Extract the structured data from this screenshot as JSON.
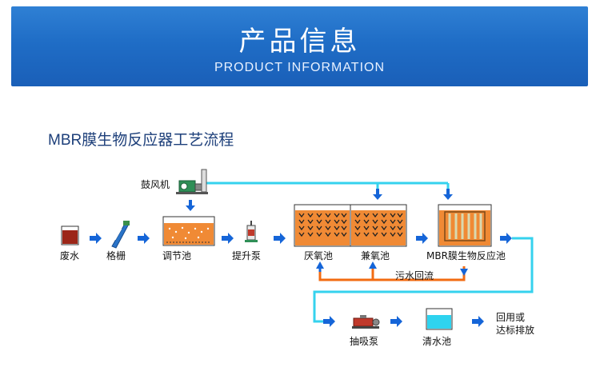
{
  "banner": {
    "title": "产品信息",
    "subtitle": "PRODUCT INFORMATION"
  },
  "section": {
    "title": "MBR膜生物反应器工艺流程"
  },
  "process": {
    "blower": "鼓风机",
    "wastewater": "废水",
    "screen": "格栅",
    "equalization_tank": "调节池",
    "lift_pump": "提升泵",
    "anaerobic_tank": "厌氧池",
    "facultative_tank": "兼氧池",
    "mbr_tank": "MBR膜生物反应池",
    "sludge_return": "污水回流",
    "suction_pump": "抽吸泵",
    "clear_water_tank": "清水池",
    "reuse_line1": "回用或",
    "reuse_line2": "达标排放"
  },
  "colors": {
    "banner_blue": "#1f6dc6",
    "pipe_cyan": "#35d2ee",
    "arrow_blue": "#1565d8",
    "tank_orange": "#f08a35",
    "return_orange": "#f26b12",
    "wastewater_red": "#9c2618"
  }
}
